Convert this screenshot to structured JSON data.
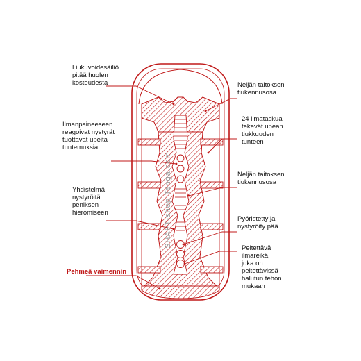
{
  "labels": {
    "reservoir": "Liukuvoidesäiliö\npitää huolen\nkosteudesta",
    "nodes_pressure": "Ilmanpaineeseen\nreagoivat nystyrät\ntuottavat upeita\ntuntemuksia",
    "combo_nodes": "Yhdistelmä\nnystyröitä\npeniksen\nhieromiseen",
    "soft_cushion": "Pehmeä vaimennin",
    "tightening_1": "Neljän taitoksen\ntiukennusosa",
    "air_pockets": "24 ilmataskua\ntekevät upean\ntiukkuuden\ntunteen",
    "tightening_2": "Neljän taitoksen\ntiukennusosa",
    "rounded_nodes": "Pyöristetty ja\nnystyröity pää",
    "air_hole": "Peitettävä\nilmareikä,\njoka on\npeitettävissä\nhalutun tehon\nmukaan"
  },
  "watermark": "SHAFT-shop Tenga.com",
  "colors": {
    "outline": "#c01818",
    "label_text": "#111111",
    "accent_label": "#c01818",
    "leader_line": "#c01818"
  }
}
